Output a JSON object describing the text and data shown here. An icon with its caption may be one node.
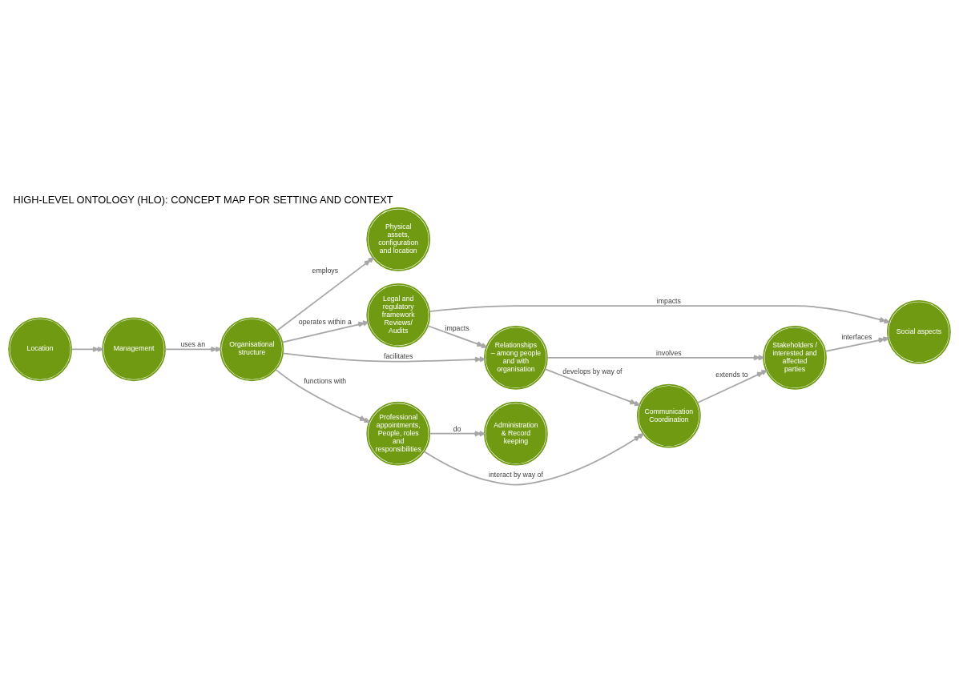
{
  "diagram": {
    "title": "HIGH-LEVEL ONTOLOGY (HLO): CONCEPT MAP FOR SETTING AND CONTEXT",
    "nodes": [
      {
        "text": [
          "Location"
        ]
      },
      {
        "text": [
          "Management"
        ]
      },
      {
        "text": [
          "Organisational structure"
        ]
      },
      {
        "text": [
          "Physical assets, configuration and location"
        ]
      },
      {
        "text": [
          "Professional appointments, People, roles and responsibilities"
        ]
      },
      {
        "text": [
          "Administration & Record keeping"
        ]
      },
      {
        "text": [
          "Legal and regulatory framework Reviews/ Audits"
        ]
      },
      {
        "text": [
          "Relationships – among people and with organisation"
        ]
      },
      {
        "text": [
          "Communication Coordination"
        ]
      },
      {
        "text": [
          "Stakeholders / interested and affected parties"
        ]
      },
      {
        "text": [
          "Social aspects"
        ]
      }
    ],
    "edges": [
      {
        "from": 0,
        "to": 1,
        "arrow": "to"
      },
      {
        "from": 1,
        "to": 2,
        "arrow": "to",
        "label": "uses an"
      },
      {
        "from": 2,
        "to": 4,
        "arrow": "to",
        "label": "functions with"
      },
      {
        "from": 2,
        "to": 3,
        "arrow": "to",
        "label": "employs"
      },
      {
        "from": 2,
        "to": 6,
        "arrow": "to",
        "label": "operates within a"
      },
      {
        "from": 2,
        "to": 7,
        "arrow": "to",
        "label": "facilitates"
      },
      {
        "from": 4,
        "to": 5,
        "arrow": "to",
        "label": "do"
      },
      {
        "from": 4,
        "to": 8,
        "arrow": "to",
        "label": "interact by way of"
      },
      {
        "from": 6,
        "to": 7,
        "arrow": "to",
        "label": "impacts"
      },
      {
        "from": 6,
        "to": 10,
        "arrow": "to",
        "label": "impacts"
      },
      {
        "from": 7,
        "to": 8,
        "arrow": "to",
        "label": "develops by way of"
      },
      {
        "from": 8,
        "to": 9,
        "arrow": "to",
        "label": "extends to"
      },
      {
        "from": 7,
        "to": 9,
        "arrow": "to",
        "label": "involves"
      },
      {
        "from": 9,
        "to": 10,
        "arrow": "to",
        "label": "interfaces"
      }
    ]
  }
}
